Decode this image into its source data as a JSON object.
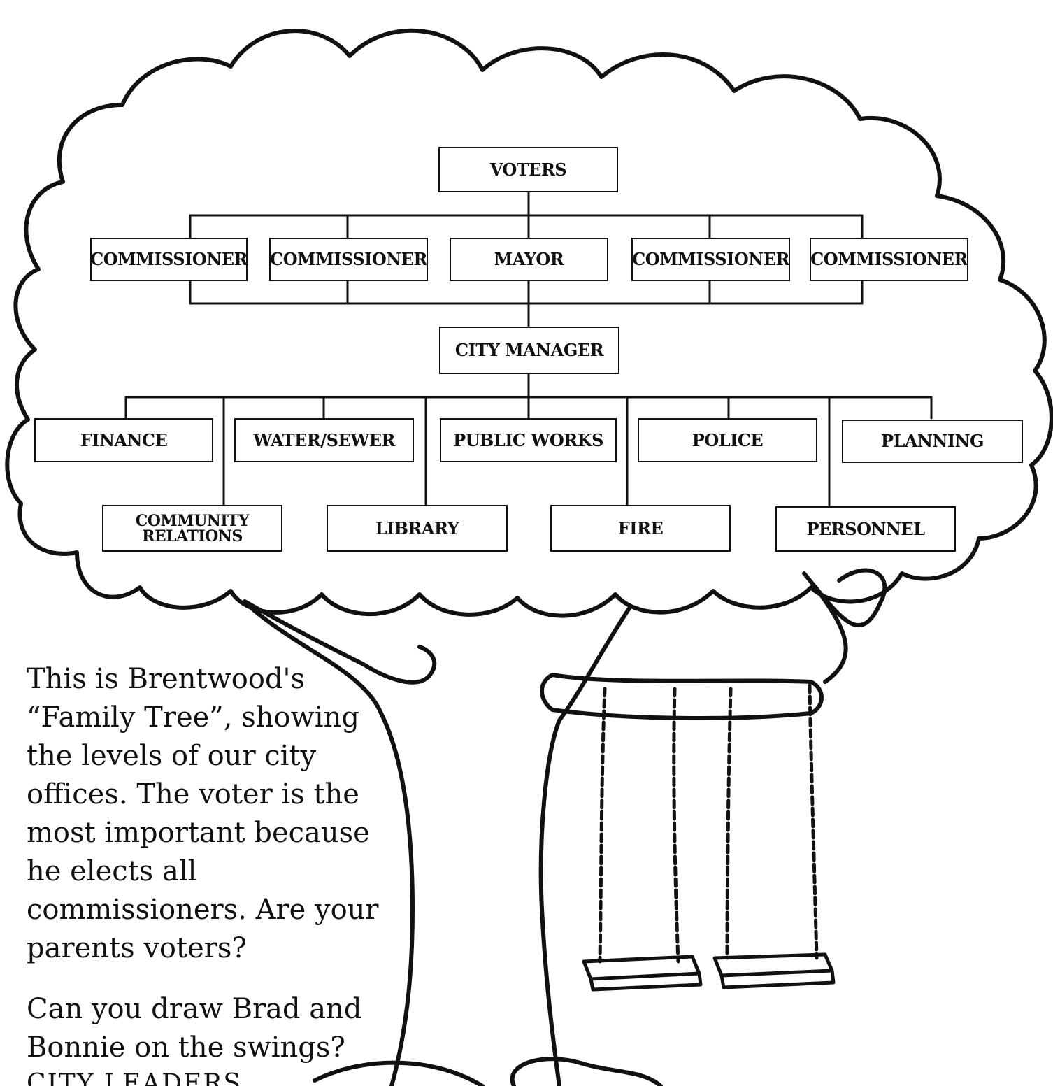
{
  "org_chart": {
    "top": "VOTERS",
    "elected": [
      "COMMISSIONER",
      "COMMISSIONER",
      "MAYOR",
      "COMMISSIONER",
      "COMMISSIONER"
    ],
    "manager": "CITY MANAGER",
    "departments_row1": [
      "FINANCE",
      "WATER/SEWER",
      "PUBLIC WORKS",
      "POLICE",
      "PLANNING"
    ],
    "departments_row2": [
      "COMMUNITY\nRELATIONS",
      "LIBRARY",
      "FIRE",
      "PERSONNEL"
    ]
  },
  "caption": {
    "paragraph1": "This is Brentwood's\n“Family Tree”, showing\nthe levels of our city\noffices. The voter is the\nmost important because\nhe elects all\ncommissioners. Are your\nparents voters?",
    "paragraph2": "Can you draw Brad and\nBonnie on the swings?",
    "cut_off_line": "CITY LEADERS"
  }
}
